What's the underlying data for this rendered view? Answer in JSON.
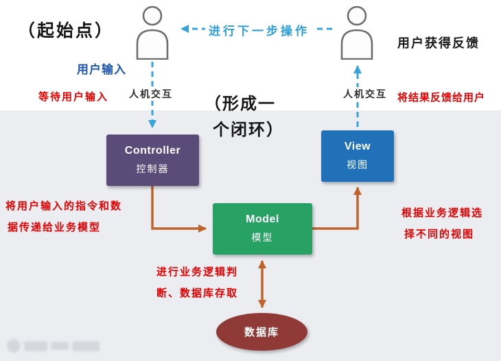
{
  "diagram_title": "MVC closed-loop interaction diagram",
  "annotations": {
    "start_point": "（起始点）",
    "next_step": "进行下一步操作",
    "user_feedback": "用户获得反馈",
    "user_input": "用户输入",
    "wait_user_input": "等待用户输入",
    "hci_left": "人机交互",
    "hci_right": "人机交互",
    "loop_line1": "（形成一",
    "loop_line2": "个闭环）",
    "result_to_user": "将结果反馈给用户",
    "controller_note_line1": "将用户输入的指令和数",
    "controller_note_line2": "据传递给业务模型",
    "view_note_line1": "根据业务逻辑选",
    "view_note_line2": "择不同的视图",
    "model_note_line1": "进行业务逻辑判",
    "model_note_line2": "断、数据库存取"
  },
  "nodes": {
    "controller": {
      "en": "Controller",
      "cn": "控制器"
    },
    "view": {
      "en": "View",
      "cn": "视图"
    },
    "model": {
      "en": "Model",
      "cn": "模型"
    },
    "database": {
      "label": "数据库"
    }
  },
  "icons": {
    "user_left": "user-person-icon",
    "user_right": "user-person-icon"
  },
  "colors": {
    "blue_dashed_arrow": "#35a3dc",
    "blue_step_text": "#2e9fd8",
    "blue_input_text": "#1e56ad",
    "red_note_text": "#e60000",
    "orange_arrow": "#c0632b",
    "controller_bg": "#5b4b79",
    "view_bg": "#2071b8",
    "model_bg": "#27a164",
    "database_bg": "#8f3a36",
    "lower_background": "#ebedf1",
    "upper_background": "#ffffff"
  }
}
